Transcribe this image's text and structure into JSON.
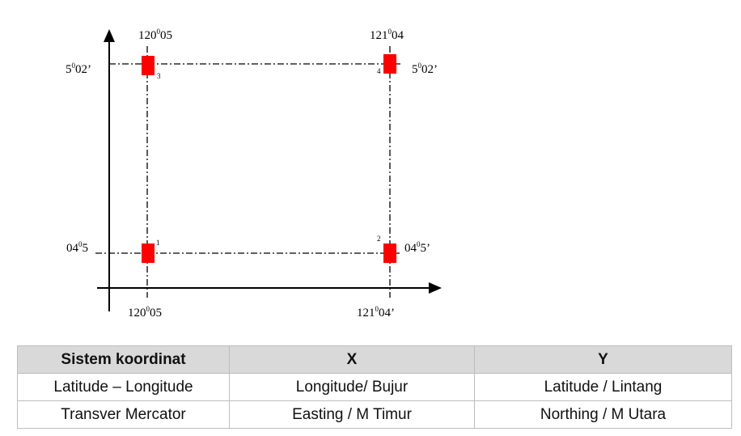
{
  "diagram": {
    "top_left_lon_label": "120",
    "top_left_lon_sup": "0",
    "top_left_lon_min": "05",
    "top_right_lon_label": "121",
    "top_right_lon_sup": "0",
    "top_right_lon_min": "04",
    "bottom_left_lon_label": "120",
    "bottom_left_lon_sup": "0",
    "bottom_left_lon_min": "05",
    "bottom_right_lon_label": "121",
    "bottom_right_lon_sup": "0",
    "bottom_right_lon_min": "04’",
    "upper_left_lat_label": "5",
    "upper_left_lat_sup": "0",
    "upper_left_lat_min": "02’",
    "upper_right_lat_label": "5",
    "upper_right_lat_sup": "0",
    "upper_right_lat_min": "02’",
    "lower_left_lat_label": "04",
    "lower_left_lat_sup": "0",
    "lower_left_lat_min": "5",
    "lower_right_lat_label": "04",
    "lower_right_lat_sup": "0",
    "lower_right_lat_min": "5’",
    "point_labels": [
      "1",
      "2",
      "3",
      "4"
    ],
    "marker_color": "#ff0000"
  },
  "table": {
    "headers": [
      "Sistem koordinat",
      "X",
      "Y"
    ],
    "rows": [
      [
        "Latitude – Longitude",
        "Longitude/ Bujur",
        "Latitude / Lintang"
      ],
      [
        "Transver Mercator",
        "Easting / M Timur",
        "Northing  / M Utara"
      ]
    ]
  }
}
